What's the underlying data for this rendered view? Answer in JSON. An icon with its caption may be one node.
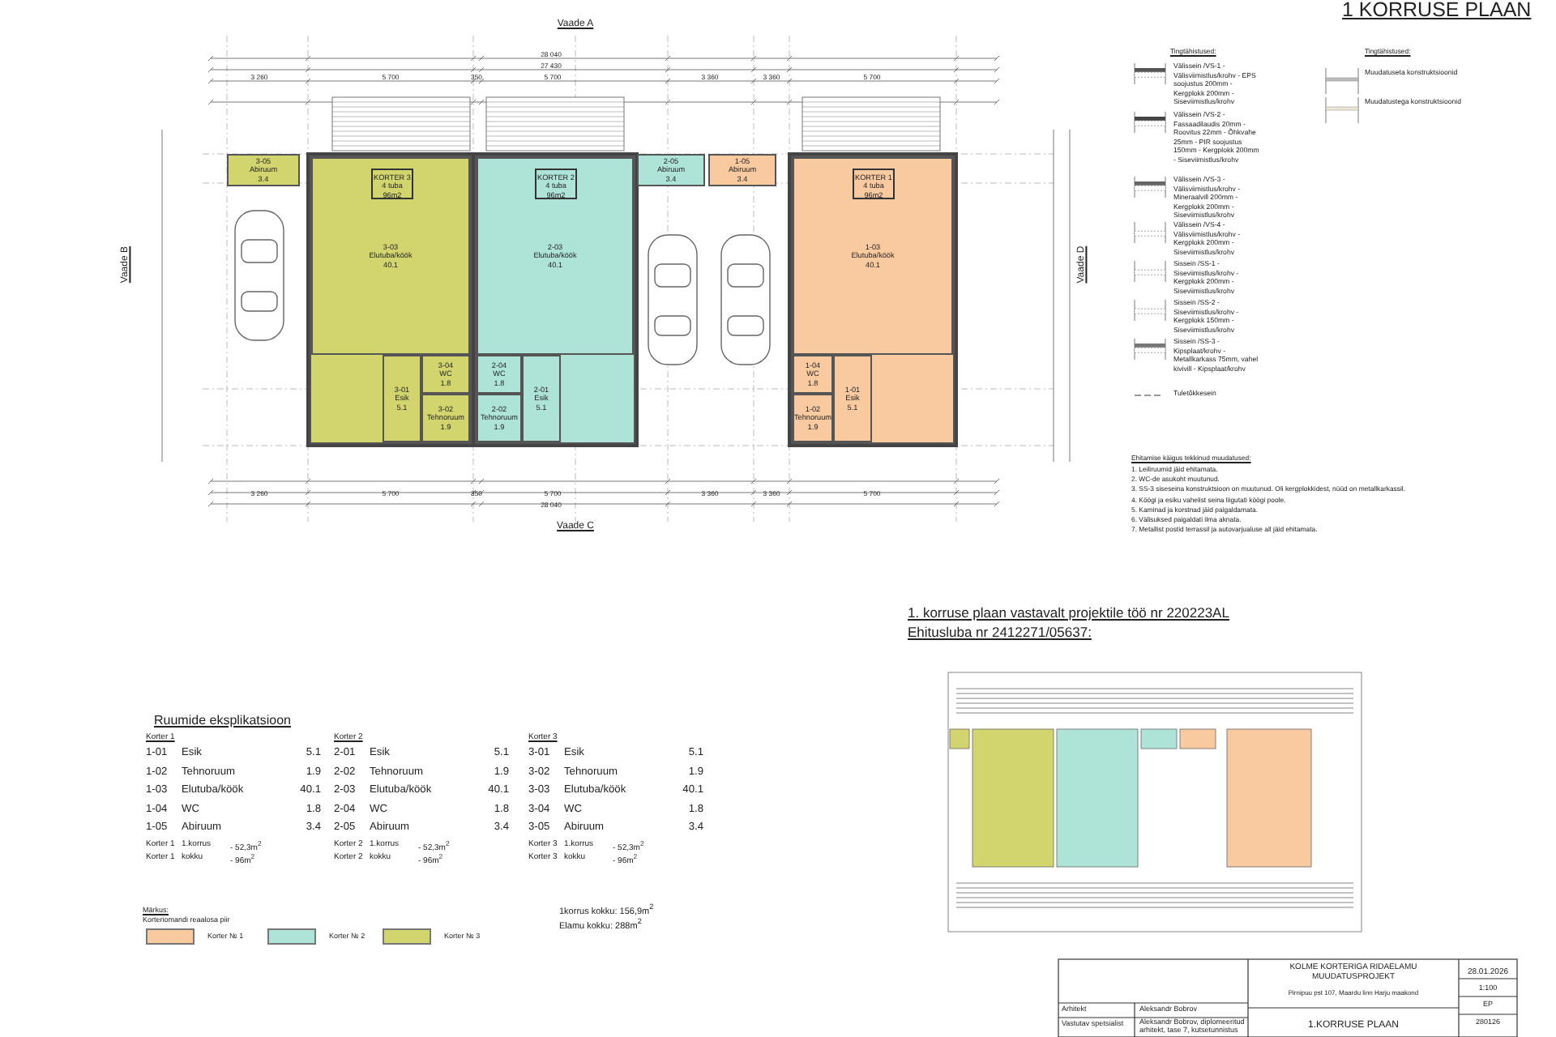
{
  "diagram": {
    "title": "1 KORRUSE PLAAN",
    "nodes": [
      {
        "text": [
          "3-05",
          "Abiruum",
          "3.4"
        ]
      },
      {
        "text": [],
        "shape": "box"
      },
      {
        "text": [
          "3-03",
          "Elutuba/köök",
          "40.1"
        ],
        "in": 1
      },
      {
        "text": [
          "KORTER 3",
          "4 tuba",
          "96m2"
        ],
        "in": 2
      },
      {
        "text": [
          "3-01",
          "Esik",
          "5.1"
        ],
        "in": 1
      },
      {
        "text": [
          "3-04",
          "WC",
          "1.8"
        ],
        "in": 1
      },
      {
        "text": [
          "3-02",
          "Tehnoruum",
          "1.9"
        ],
        "in": 1
      },
      {
        "text": [],
        "shape": "box"
      },
      {
        "text": [
          "2-03",
          "Elutuba/köök",
          "40.1"
        ],
        "in": 7
      },
      {
        "text": [
          "KORTER 2",
          "4 tuba",
          "96m2"
        ],
        "in": 8
      },
      {
        "text": [
          "2-04",
          "WC",
          "1.8"
        ],
        "in": 7
      },
      {
        "text": [
          "2-01",
          "Esik",
          "5.1"
        ],
        "in": 7
      },
      {
        "text": [
          "2-02",
          "Tehnoruum",
          "1.9"
        ],
        "in": 7
      },
      {
        "text": [
          "2-05",
          "Abiruum",
          "3.4"
        ]
      },
      {
        "text": [
          "1-05",
          "Abiruum",
          "3.4"
        ]
      },
      {
        "text": [],
        "shape": "box"
      },
      {
        "text": [
          "1-03",
          "Elutuba/köök",
          "40.1"
        ],
        "in": 15
      },
      {
        "text": [
          "KORTER 1",
          "4 tuba",
          "96m2"
        ],
        "in": 16
      },
      {
        "text": [
          "1-04",
          "WC",
          "1.8"
        ],
        "in": 15
      },
      {
        "text": [
          "1-01",
          "Esik",
          "5.1"
        ],
        "in": 15
      },
      {
        "text": [
          "1-02",
          "Tehnoruum",
          "1.9"
        ],
        "in": 15
      }
    ],
    "labels": [
      "Vaade A",
      "28 040",
      "27 430",
      "3 260",
      "5 700",
      "350",
      "5 700",
      "3 360",
      "3 360",
      "5 700",
      "Vaade B",
      "Vaade D",
      "3 260",
      "5 700",
      "350",
      "5 700",
      "3 360",
      "3 360",
      "5 700",
      "28 040",
      "Vaade C",
      "Tingtähistused:",
      "Tingtähistused:",
      "Ehitamise käigus tekkinud muudatused:",
      "1. Leiliruumid jäid ehitamata.",
      "2. WC-de asukoht muutunud.",
      "3. SS-3 siseseina konstruktsioon on muutunud. Oli kergplokkidest, nüüd on metallkarkassil.",
      "4. Köögi ja esiku vahelist seina liigutati köögi poole.",
      "5. Kaminad ja korstnad jäid paigaldamata.",
      "6. Välisuksed paigaldati ilma aknata.",
      "7. Metallist postid terrassil ja autovarjualuse all jäid ehitamata.",
      "1. korruse plaan vastavalt projektile töö nr 220223AL",
      "Ehitusluba nr 2412271/05637:",
      "Ruumide eksplikatsioon",
      "Korter 1",
      "Korter 2",
      "Korter 3",
      "1-01",
      "Esik",
      "5.1",
      "2-01",
      "Esik",
      "5.1",
      "3-01",
      "Esik",
      "5.1",
      "1-02",
      "Tehnoruum",
      "1.9",
      "2-02",
      "Tehnoruum",
      "1.9",
      "3-02",
      "Tehnoruum",
      "1.9",
      "1-03",
      "Elutuba/köök",
      "40.1",
      "2-03",
      "Elutuba/köök",
      "40.1",
      "3-03",
      "Elutuba/köök",
      "40.1",
      "1-04",
      "WC",
      "1.8",
      "2-04",
      "WC",
      "1.8",
      "3-04",
      "WC",
      "1.8",
      "1-05",
      "Abiruum",
      "3.4",
      "2-05",
      "Abiruum",
      "3.4",
      "3-05",
      "Abiruum",
      "3.4",
      "Korter 1",
      "1.korrus",
      "- 52,3m$^{2}$",
      "Korter 2",
      "1.korrus",
      "- 52,3m$^{2}$",
      "Korter 3",
      "1.korrus",
      "- 52,3m$^{2}$",
      "Korter 1",
      "kokku",
      "- 96m$^{2}$",
      "Korter 2",
      "kokku",
      "- 96m$^{2}$",
      "Korter 3",
      "kokku",
      "- 96m$^{2}$",
      "1korrus kokku: 156,9m$^{2}$",
      "Elamu kokku: 288m$^{2}$",
      "Märkus:",
      "Korteriomandi reaalosa piir",
      "KOLME KORTERIGA RIDAELAMU MUUDATUSPROJEKT",
      "Pirnipuu pst 107, Maardu linn Harju maakond",
      "28.01.2026",
      "1:100",
      "Arhitekt",
      "Aleksandr Bobrov",
      "EP",
      "Vastutav spetsialist",
      "Aleksandr Bobrov, diplomeeritud arhitekt, tase 7, kutsetunnistus",
      "280126",
      "1.KORRUSE PLAAN"
    ],
    "legend": [
      {
        "text": "Välissein /VS-1 - Välisviimistlus/krohv - EPS soojustus 200mm - Kergplokk 200mm - Siseviimistlus/krohv"
      },
      {
        "text": "Välissein /VS-2 - Fassaadilaudis 20mm - Roovitus 22mm - Õhkvahe 25mm - PIR soojustus 150mm - Kergplokk 200mm - Siseviimistlus/krohv"
      },
      {
        "text": "Välissein /VS-3 - Välisviimistlus/krohv - Mineraalvill 200mm - Kergplokk 200mm - Siseviimistlus/krohv"
      },
      {
        "text": "Välissein /VS-4 - Välisviimistlus/krohv - Kergplokk 200mm - Siseviimistlus/krohv"
      },
      {
        "text": "Sissein /SS-1 - Siseviimistlus/krohv - Kergplokk 200mm - Siseviimistlus/krohv"
      },
      {
        "text": "Sissein /SS-2 - Siseviimistlus/krohv - Kergplokk 150mm - Siseviimistlus/krohv"
      },
      {
        "text": "Sissein /SS-3 - Kipsplaat/krohv - Metallkarkass 75mm, vahel kivivill - Kipsplaat/krohv"
      },
      {
        "text": "Tuletõkkesein"
      },
      {
        "text": "Muudatuseta konstruktsioonid"
      },
      {
        "text": "Muudatustega konstruktsioonid"
      },
      {
        "text": "Korter № 1",
        "color": "#f9c9a0"
      },
      {
        "text": "Korter № 2",
        "color": "#aee3d8"
      },
      {
        "text": "Korter № 3",
        "color": "#d2d56e"
      }
    ]
  }
}
